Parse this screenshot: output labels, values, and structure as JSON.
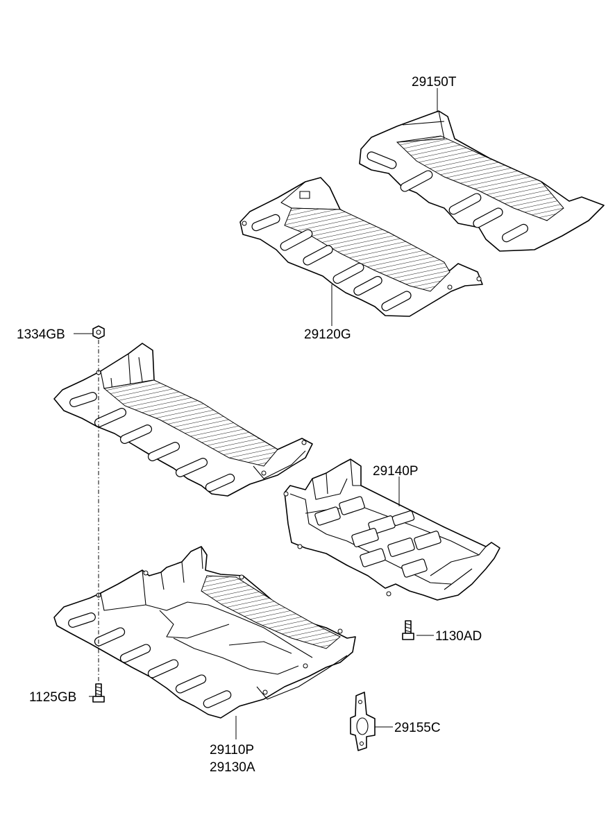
{
  "labels": {
    "p29150T": "29150T",
    "p29120G": "29120G",
    "p1334GB": "1334GB",
    "p29140P": "29140P",
    "p1130AD": "1130AD",
    "p1125GB": "1125GB",
    "p29155C": "29155C",
    "p29110P": "29110P",
    "p29130A": "29130A"
  }
}
